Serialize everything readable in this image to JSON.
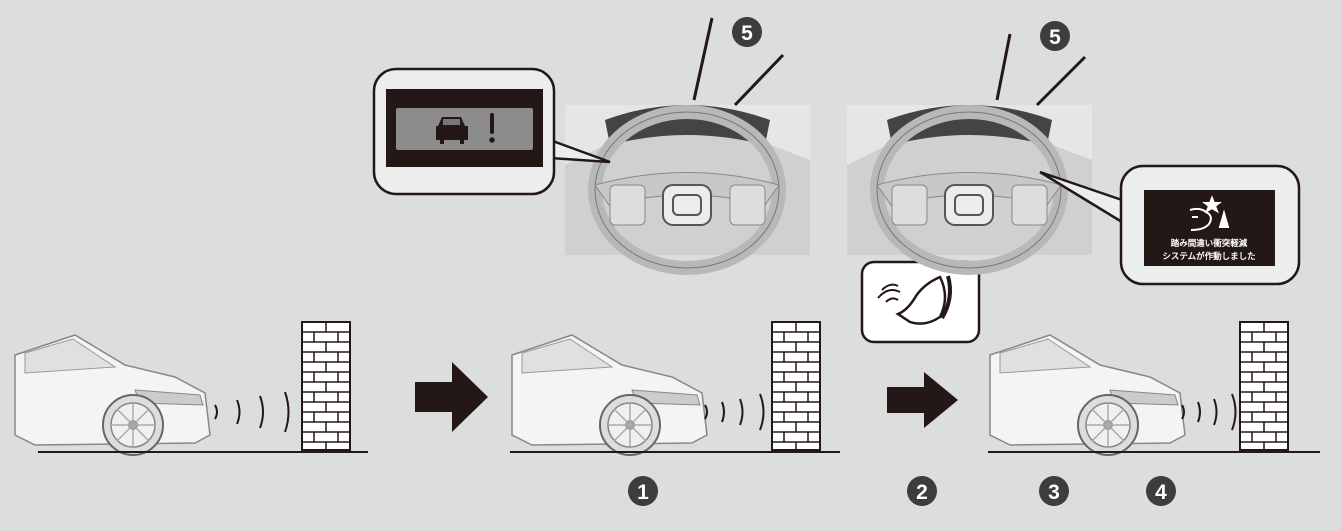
{
  "labels": {
    "step1": "1",
    "step2": "2",
    "step3": "3",
    "step4": "4",
    "dash_left": "5",
    "dash_right": "5"
  },
  "right_display": {
    "line1": "踏み間違い衝突軽減",
    "line2": "システムが作動しました"
  },
  "icons": {
    "left_display": "car-warning-icon",
    "right_display": "pedal-collision-icon",
    "pedal": "foot-pedal-icon"
  },
  "colors": {
    "background": "#dcdddd",
    "marker": "#3d3d3d",
    "display": "#231815"
  }
}
